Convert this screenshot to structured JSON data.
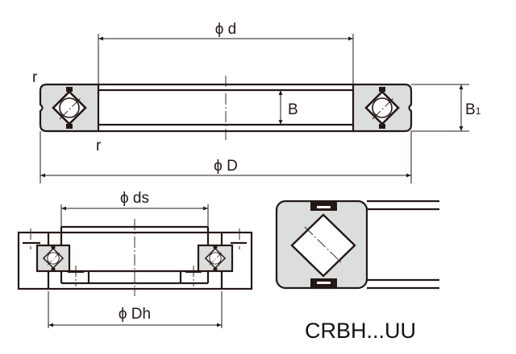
{
  "labels": {
    "bore_diameter": "ϕ d",
    "outer_diameter": "ϕ D",
    "inner_width": "B",
    "outer_width": "B",
    "outer_width_sub": "1",
    "fillet_top": "r",
    "fillet_bottom": "r",
    "shaft_diameter": "ϕ ds",
    "housing_diameter": "ϕ Dh"
  },
  "model": "CRBH...UU",
  "colors": {
    "line": "#231815",
    "section_fill": "#dcdddd"
  }
}
